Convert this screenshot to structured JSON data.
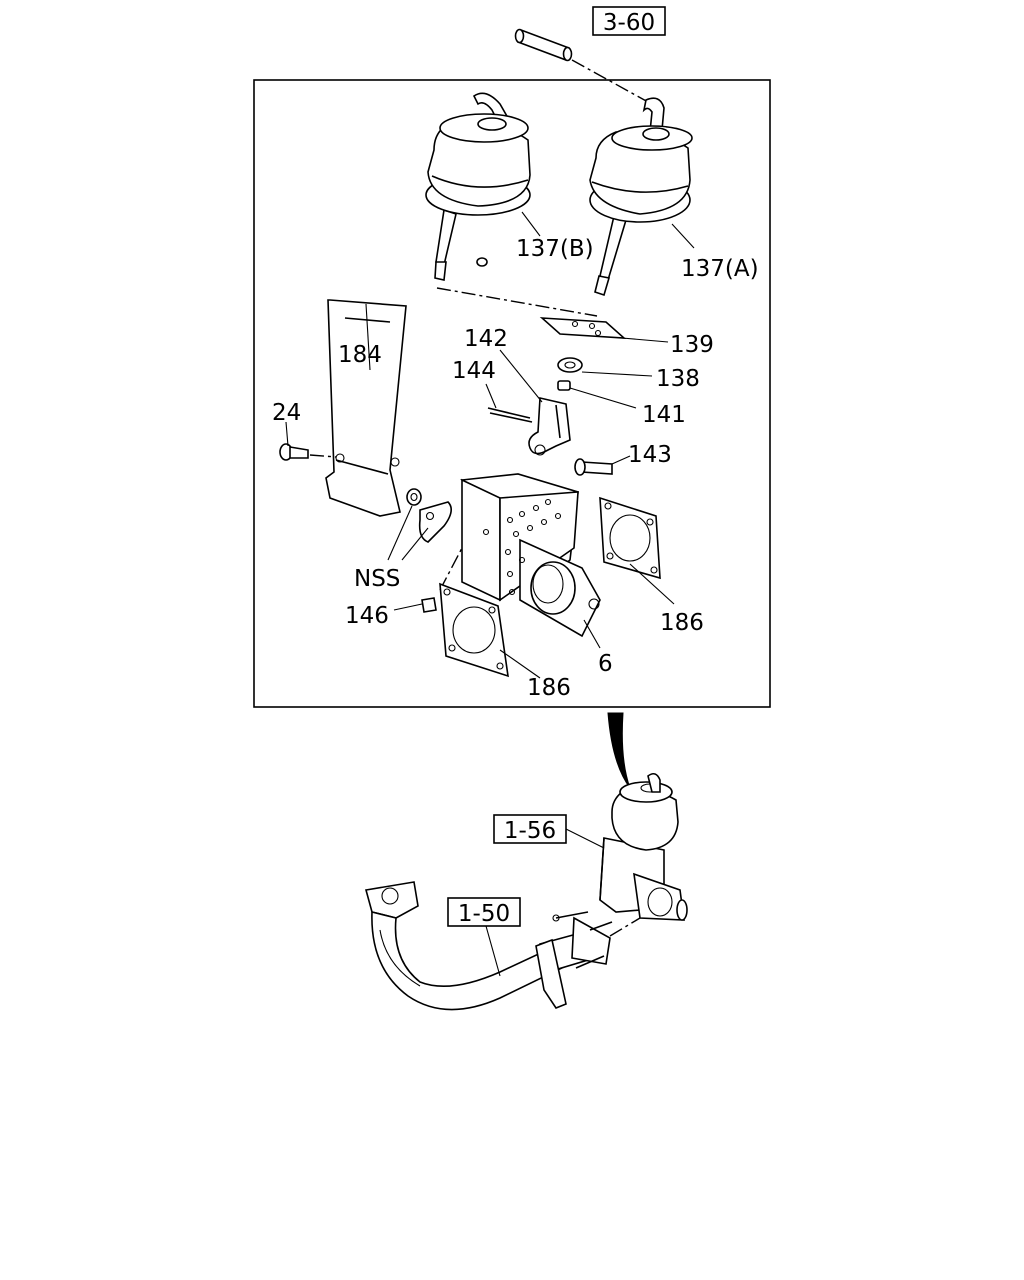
{
  "callouts": {
    "ref_3_60": "3-60",
    "ref_1_56": "1-56",
    "ref_1_50": "1-50",
    "p137b": "137(B)",
    "p137a": "137(A)",
    "p139": "139",
    "p142": "142",
    "p144": "144",
    "p138": "138",
    "p141": "141",
    "p184": "184",
    "p24": "24",
    "p143": "143",
    "nss": "NSS",
    "p146": "146",
    "p186_right": "186",
    "p6": "6",
    "p186_bottom": "186"
  }
}
